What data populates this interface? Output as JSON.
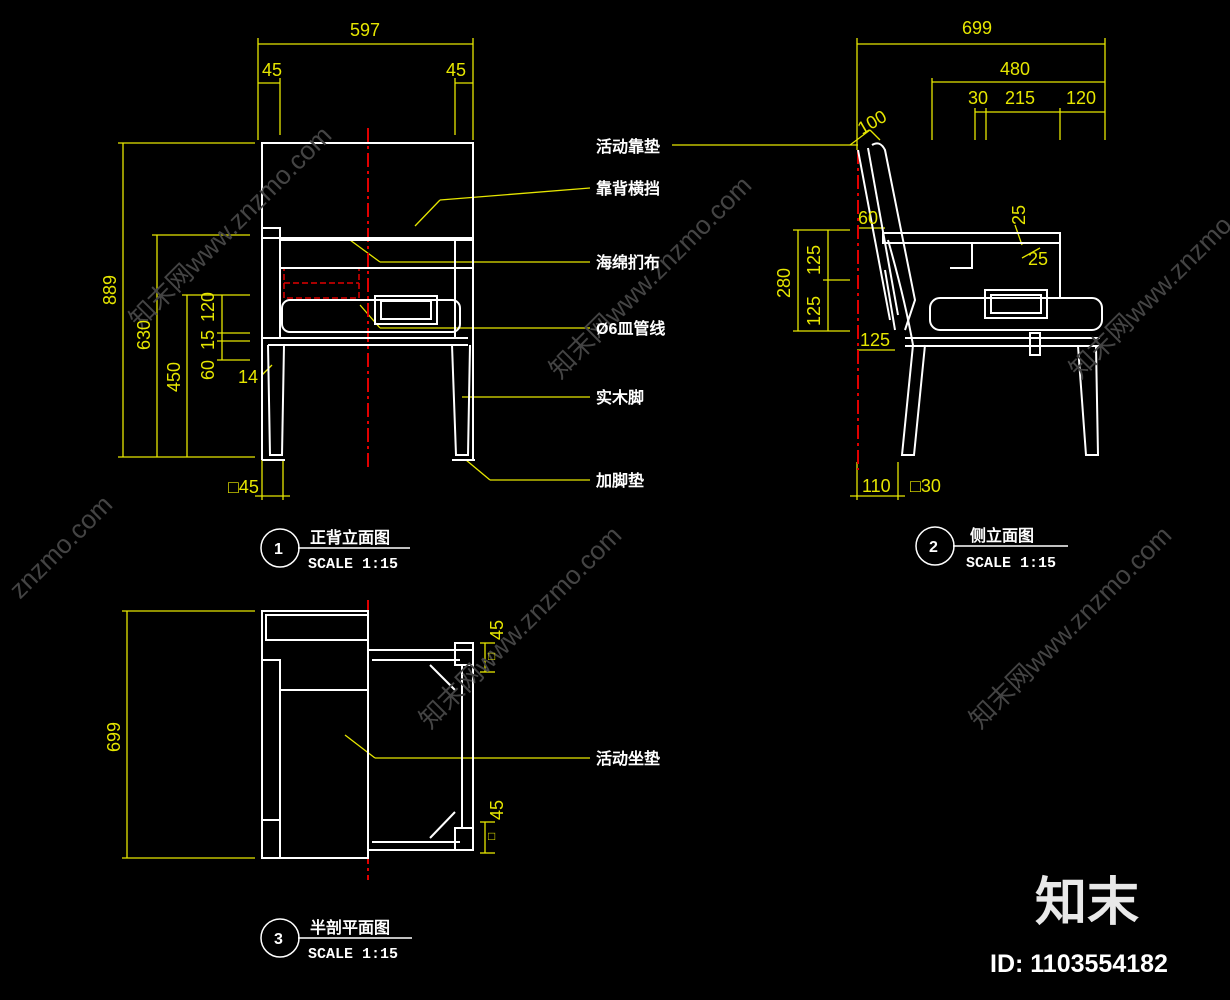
{
  "front_view": {
    "dims": {
      "total_width": "597",
      "left_frame": "45",
      "right_frame": "45",
      "total_height": "889",
      "arm_height": "630",
      "seat_height": "450",
      "d120": "120",
      "d15": "15",
      "d60": "60",
      "d14": "14",
      "foot": "□45"
    },
    "title": {
      "number": "1",
      "name": "正背立面图",
      "scale": "SCALE 1:15"
    }
  },
  "side_view": {
    "dims": {
      "total_depth": "699",
      "d480": "480",
      "d30": "30",
      "d215": "215",
      "d120": "120",
      "d100": "100",
      "d60": "60",
      "d25a": "25",
      "d25b": "25",
      "d280": "280",
      "d125a": "125",
      "d125b": "125",
      "d125c": "125",
      "d110": "110",
      "foot": "□30"
    },
    "title": {
      "number": "2",
      "name": "侧立面图",
      "scale": "SCALE 1:15"
    }
  },
  "plan_view": {
    "dims": {
      "depth": "699",
      "top": "45",
      "bottom": "45"
    },
    "title": {
      "number": "3",
      "name": "半剖平面图",
      "scale": "SCALE 1:15"
    }
  },
  "labels": {
    "cushion_back": "活动靠垫",
    "back_rail": "靠背横挡",
    "sponge": "海绵扪布",
    "piping": "Ø6皿管线",
    "wood_leg": "实木脚",
    "foot_pad": "加脚垫",
    "seat_cushion": "活动坐垫"
  },
  "watermark": {
    "url": "znzmo.com",
    "site": "知末网www.znzmo.com",
    "logo": "知末",
    "id": "ID: 1103554182"
  },
  "colors": {
    "background": "#000000",
    "dimension": "#e6e600",
    "line": "#ffffff",
    "centerline": "#e00000"
  }
}
